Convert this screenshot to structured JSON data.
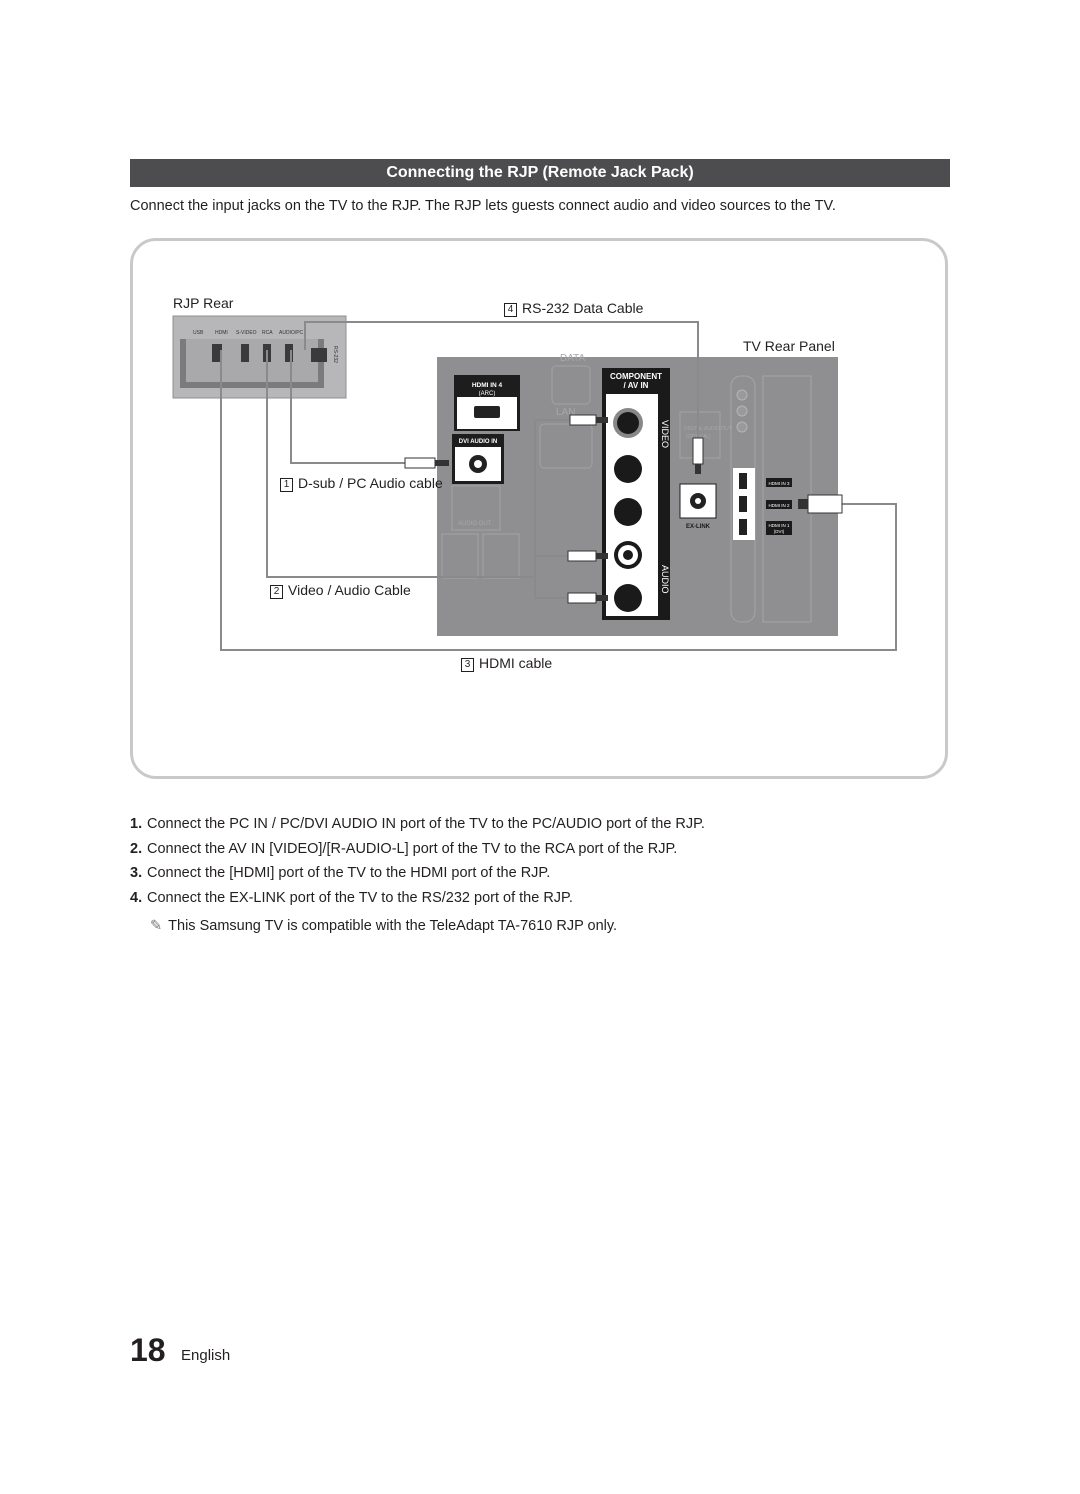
{
  "section_title": "Connecting the RJP (Remote Jack Pack)",
  "intro": "Connect the input jacks on the TV to the RJP. The RJP lets guests connect audio and video sources to the TV.",
  "diagram": {
    "rjp_rear_label": "RJP Rear",
    "tv_rear_label": "TV Rear Panel",
    "rjp_ports": [
      "USB",
      "HDMI",
      "S-VIDEO",
      "RCA",
      "AUDIO/PC",
      "RS-232"
    ],
    "tv_ports": {
      "hdmi_in4": "HDMI IN 4",
      "arc": "(ARC)",
      "dvi_audio_in": "DVI AUDIO IN",
      "component": "COMPONENT",
      "av_in": "/ AV IN",
      "ex_link": "EX-LINK",
      "hdmi_in3": "HDMI IN 3",
      "hdmi_in2": "HDMI IN 2",
      "hdmi_in1": "HDMI IN 1",
      "dvi": "(DVI)",
      "video": "VIDEO",
      "audio": "AUDIO",
      "data": "DATA",
      "lan": "LAN",
      "audio_out": "AUDIO OUT",
      "digital_audio_out": "DIGITAL AUDIO OUT",
      "optical": "(OPTICAL)"
    },
    "cables": [
      {
        "num": "1",
        "label": "D-sub / PC Audio cable"
      },
      {
        "num": "2",
        "label": "Video / Audio Cable"
      },
      {
        "num": "3",
        "label": "HDMI cable"
      },
      {
        "num": "4",
        "label": "RS-232 Data Cable"
      }
    ],
    "colors": {
      "cable": "#8a8a8c",
      "panel": "#8f8f91",
      "jack_panel": "#1a1a1a"
    }
  },
  "steps": [
    {
      "n": "1.",
      "pre": "Connect the ",
      "hl": "PC IN / PC/DVI AUDIO IN",
      "post": " port of the TV to the PC/AUDIO port of the RJP."
    },
    {
      "n": "2.",
      "pre": "Connect the ",
      "hl": "AV IN [VIDEO]/[R-AUDIO-L]",
      "post": " port of the TV to the RCA port of the RJP."
    },
    {
      "n": "3.",
      "pre": "Connect the ",
      "hl": "[HDMI]",
      "post": " port of the TV to the HDMI port of the RJP."
    },
    {
      "n": "4.",
      "pre": "Connect the ",
      "hl": "EX-LINK",
      "post": " port of the TV to the RS/232 port of the RJP."
    }
  ],
  "note": "This Samsung TV is compatible with the TeleAdapt TA-7610 RJP only.",
  "page_number": "18",
  "language": "English"
}
